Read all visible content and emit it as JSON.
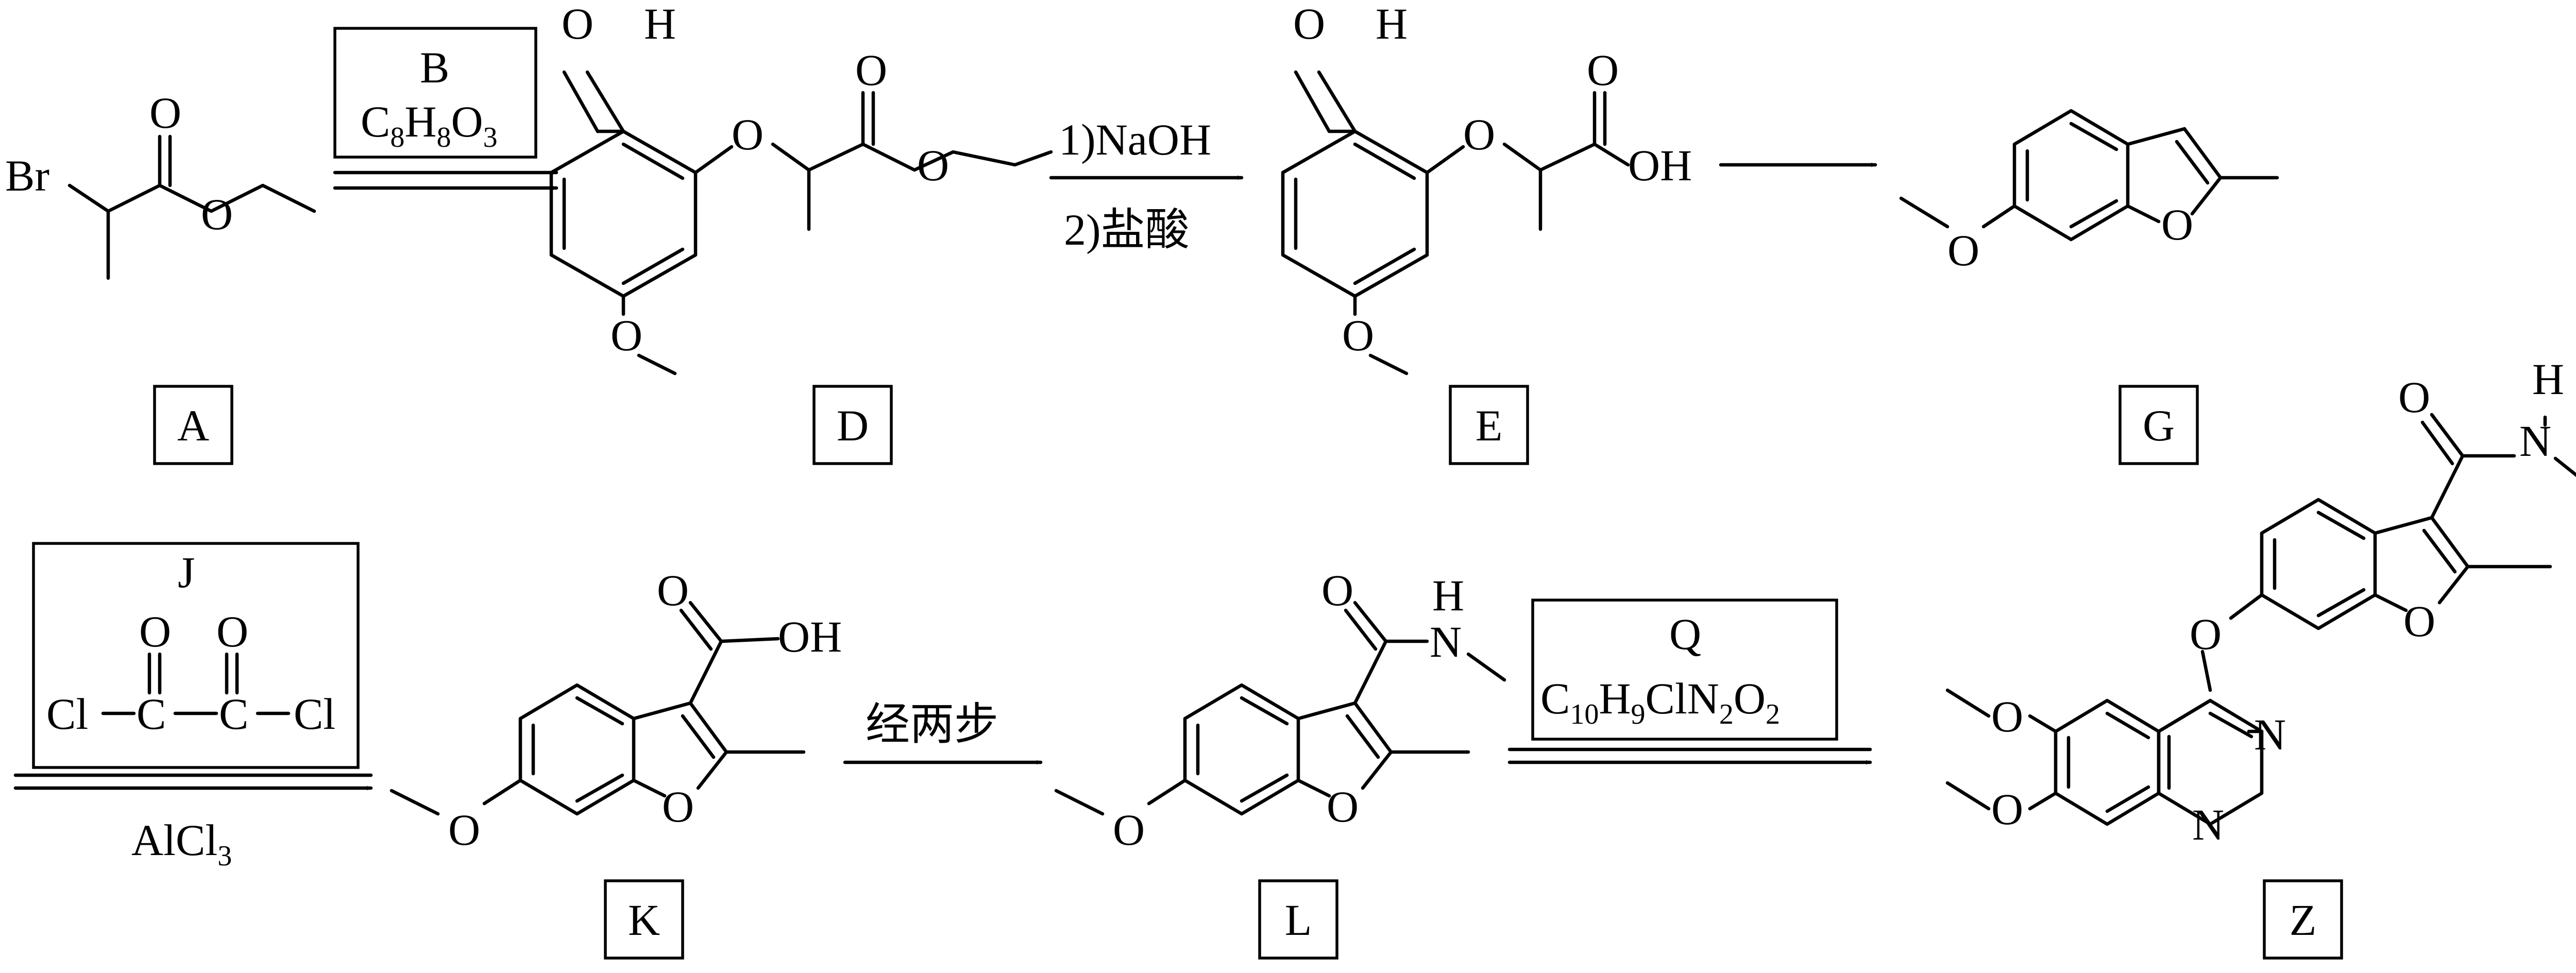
{
  "compounds": {
    "A": "A",
    "D": "D",
    "E": "E",
    "G": "G",
    "K": "K",
    "L": "L",
    "Z": "Z"
  },
  "atoms": {
    "br": "Br",
    "o": "O",
    "h": "H",
    "oh": "OH",
    "n": "N",
    "cl": "Cl",
    "c": "C"
  },
  "reagents": {
    "b_label": "B",
    "b_formula": [
      "C",
      "8",
      "H",
      "8",
      "O",
      "3"
    ],
    "step_de_1": "1)NaOH",
    "step_de_2": "2)盐酸",
    "j_label": "J",
    "alcl3": [
      "AlCl",
      "3"
    ],
    "two_steps": "经两步",
    "q_label": "Q",
    "q_formula": [
      "C",
      "10",
      "H",
      "9",
      "ClN",
      "2",
      "O",
      "2"
    ]
  }
}
